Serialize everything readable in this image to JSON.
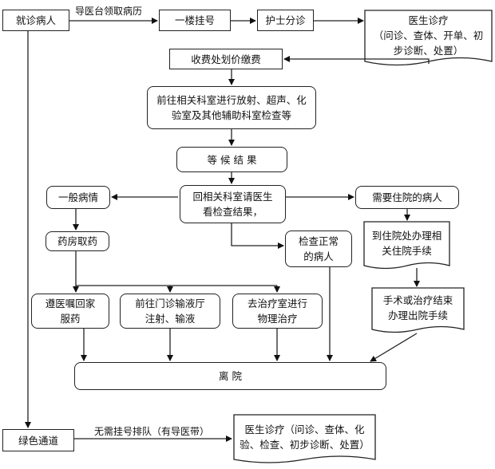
{
  "nodes": {
    "patient": "就诊病人",
    "register": "一楼挂号",
    "triage": "护士分诊",
    "doctor": "医生诊疗\n（问诊、查体、开单、初\n步诊断、处置）",
    "payment": "收费处划价缴费",
    "exams": "前往相关科室进行放射、超声、化\n验室及其他辅助科室检查等",
    "wait": "等 候 结 果",
    "review": "回相关科室请医生\n看检查结果，",
    "general": "一般病情",
    "pharmacy": "药房取药",
    "normal": "检查正常\n的病人",
    "need_admit": "需要住院的病人",
    "admission": "到住院处办理相\n关住院手续",
    "home_med": "遵医嘱回家\n服药",
    "infusion": "前往门诊输液厅\n注射、输液",
    "therapy": "去治疗室进行\n物理治疗",
    "discharge_proc": "手术或治疗结束\n办理出院手续",
    "leave": "离        院",
    "green": "绿色通道",
    "doctor2": "医生诊疗（问诊、查体、化\n验、检查、初步诊断、处置）"
  },
  "edge_labels": {
    "get_record": "导医台领取病历",
    "no_queue": "无需挂号排队（有导医带）"
  }
}
